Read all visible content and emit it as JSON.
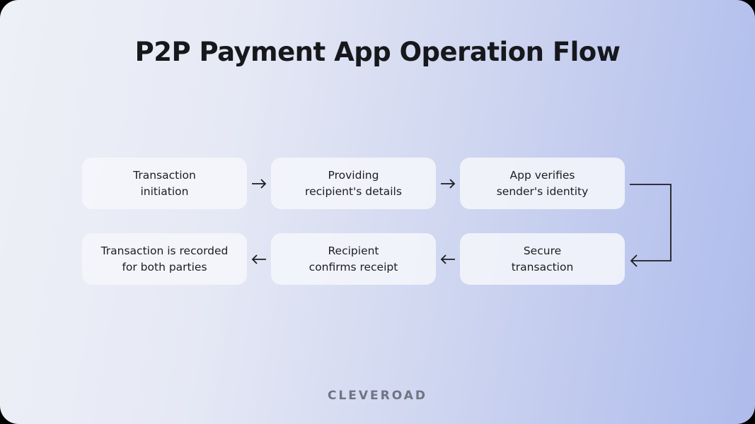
{
  "title": "P2P Payment App Operation Flow",
  "steps": [
    {
      "id": 1,
      "label": "Transaction\ninitiation"
    },
    {
      "id": 2,
      "label": "Providing\nrecipient's details"
    },
    {
      "id": 3,
      "label": "App verifies\nsender's identity"
    },
    {
      "id": 4,
      "label": "Secure\ntransaction"
    },
    {
      "id": 5,
      "label": "Recipient\nconfirms receipt"
    },
    {
      "id": 6,
      "label": "Transaction is recorded\nfor both parties"
    }
  ],
  "brand": "CLEVEROAD",
  "colors": {
    "text": "#1c1d22",
    "box": "#f6f7fc",
    "gradient_start": "#eef0f7",
    "gradient_end": "#aebbec",
    "brand": "#6e7482"
  }
}
